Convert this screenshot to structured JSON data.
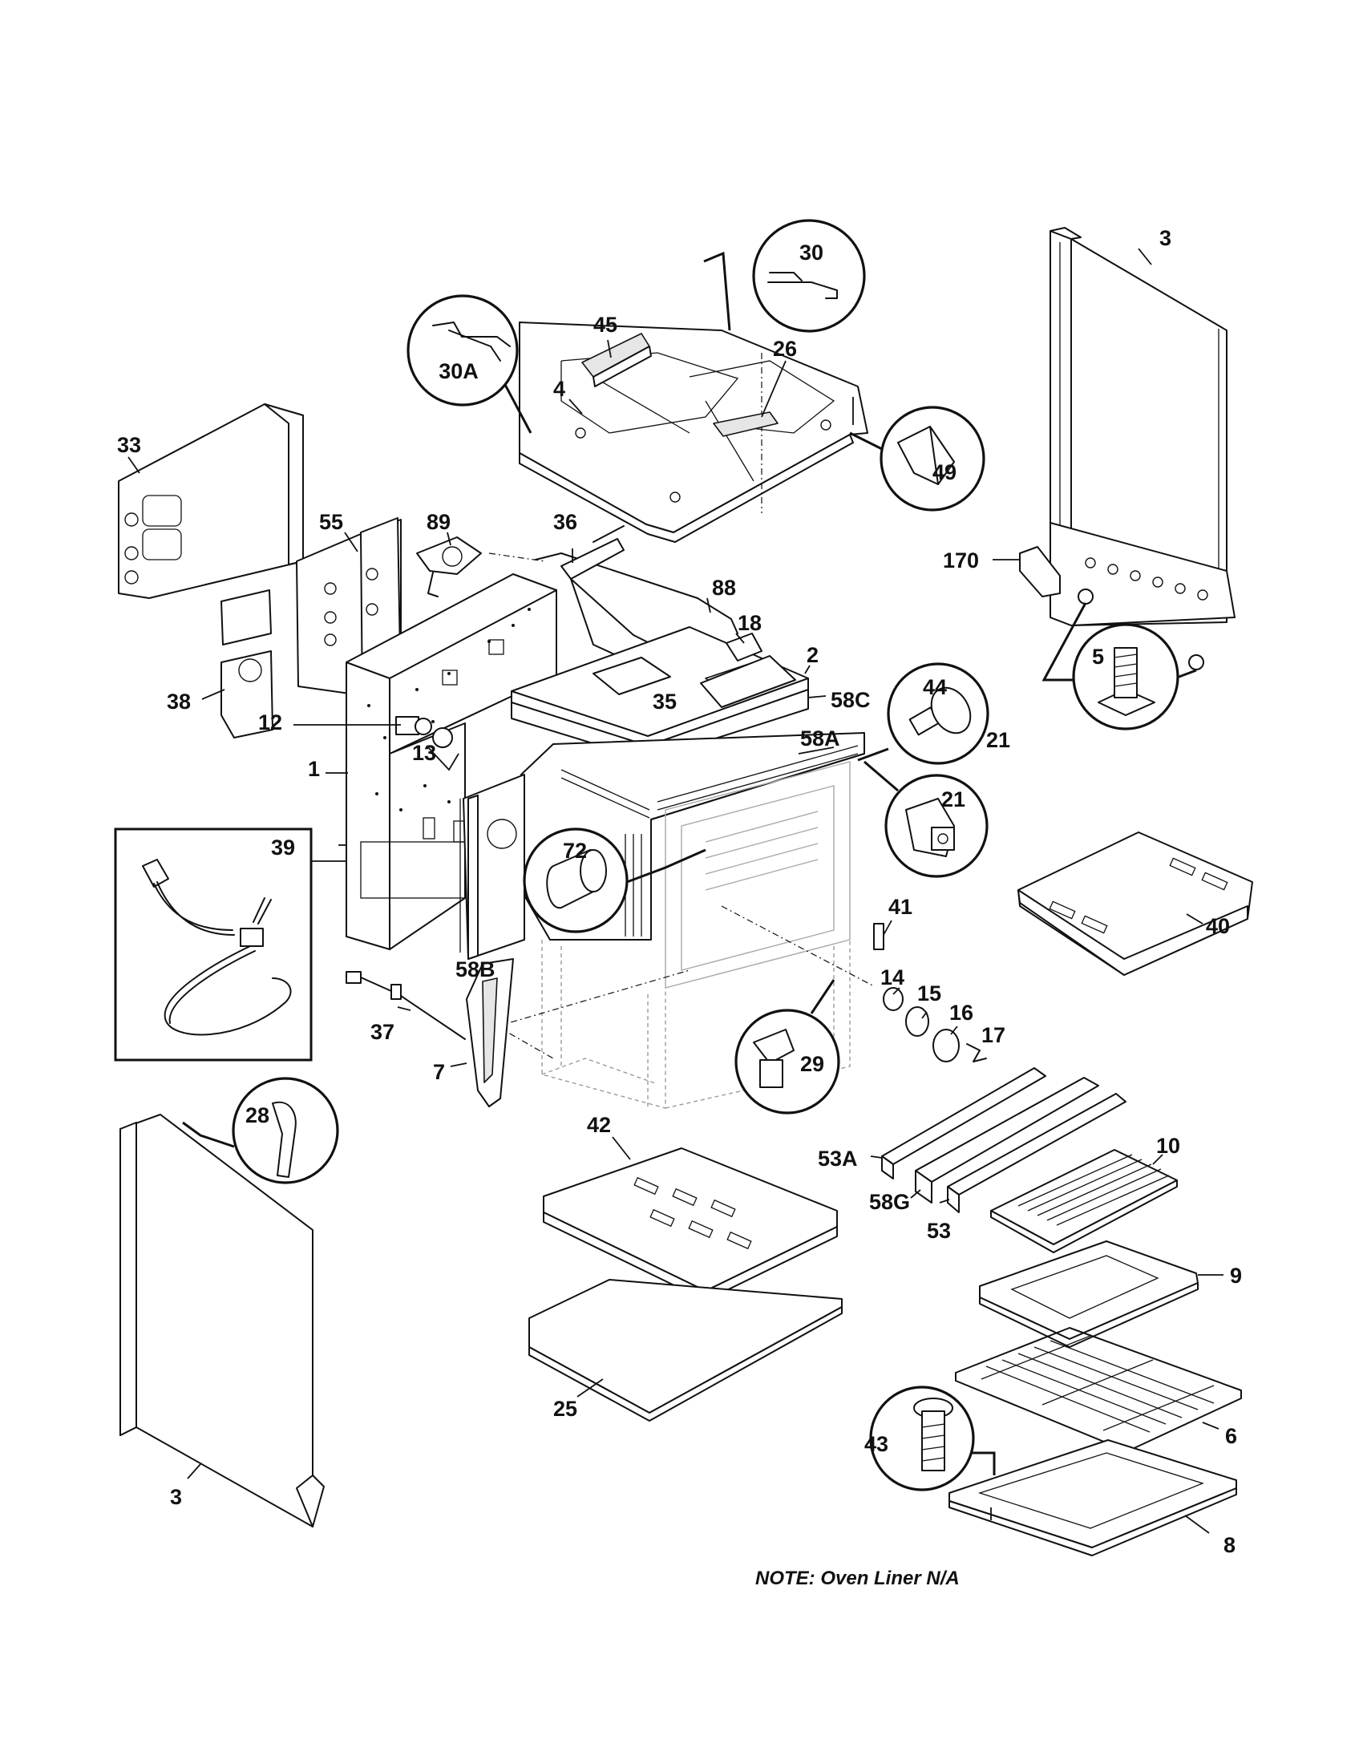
{
  "diagram": {
    "note": "NOTE: Oven Liner N/A",
    "labels": {
      "p3_top": "3",
      "p30": "30",
      "p30a": "30A",
      "p45": "45",
      "p26": "26",
      "p4": "4",
      "p49": "49",
      "p33": "33",
      "p55": "55",
      "p89": "89",
      "p36": "36",
      "p88": "88",
      "p18": "18",
      "p2": "2",
      "p58c": "58C",
      "p35": "35",
      "p170": "170",
      "p5": "5",
      "p44": "44",
      "p21_top": "21",
      "p21_bottom": "21",
      "p58a": "58A",
      "p38": "38",
      "p12": "12",
      "p13": "13",
      "p1": "1",
      "p39": "39",
      "p72": "72",
      "p40": "40",
      "p41": "41",
      "p58b": "58B",
      "p14": "14",
      "p15": "15",
      "p16": "16",
      "p17": "17",
      "p37": "37",
      "p7": "7",
      "p29": "29",
      "p28": "28",
      "p42": "42",
      "p53a": "53A",
      "p10": "10",
      "p58g": "58G",
      "p53": "53",
      "p9": "9",
      "p25": "25",
      "p43": "43",
      "p6": "6",
      "p3_bottom": "3",
      "p8": "8"
    }
  }
}
